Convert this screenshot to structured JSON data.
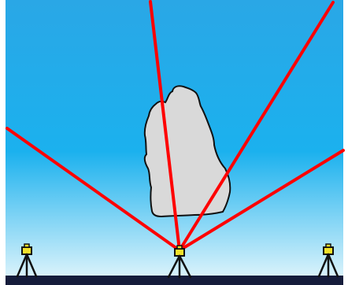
{
  "scene": {
    "colors": {
      "sky_top": "#2aa7e6",
      "sky_mid": "#1bb1ee",
      "sky_bottom": "#d8f2fb",
      "ground": "#151c3b",
      "cloud_fill": "#d9d9d9",
      "cloud_outline": "#111111",
      "ray": "#ff0000",
      "instrument_body": "#f1e12b",
      "instrument_outline": "#111111"
    },
    "objects": {
      "sky": "sky",
      "ground": "ground",
      "cloud": "cloud",
      "rays": "laser-rays",
      "instruments": [
        {
          "name": "tripod-instrument-left"
        },
        {
          "name": "tripod-instrument-center"
        },
        {
          "name": "tripod-instrument-right"
        }
      ]
    }
  }
}
